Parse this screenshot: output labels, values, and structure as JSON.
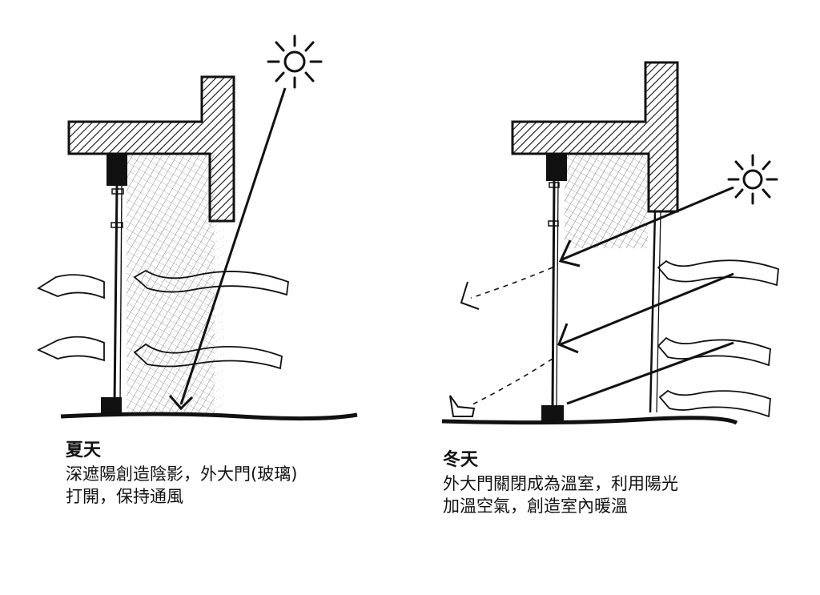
{
  "summer": {
    "title": "夏天",
    "lines": [
      "深遮陽創造陰影，外大門(玻璃)",
      "打開，保持通風"
    ]
  },
  "winter": {
    "title": "冬天",
    "lines": [
      "外大門關閉成為溫室，利用陽光",
      "加溫空氣，創造室內暖溫"
    ]
  },
  "colors": {
    "ink": "#111111",
    "paper": "#ffffff"
  },
  "icons": [
    "sun-icon",
    "wind-arrow-icon",
    "light-ray-arrow-icon"
  ]
}
